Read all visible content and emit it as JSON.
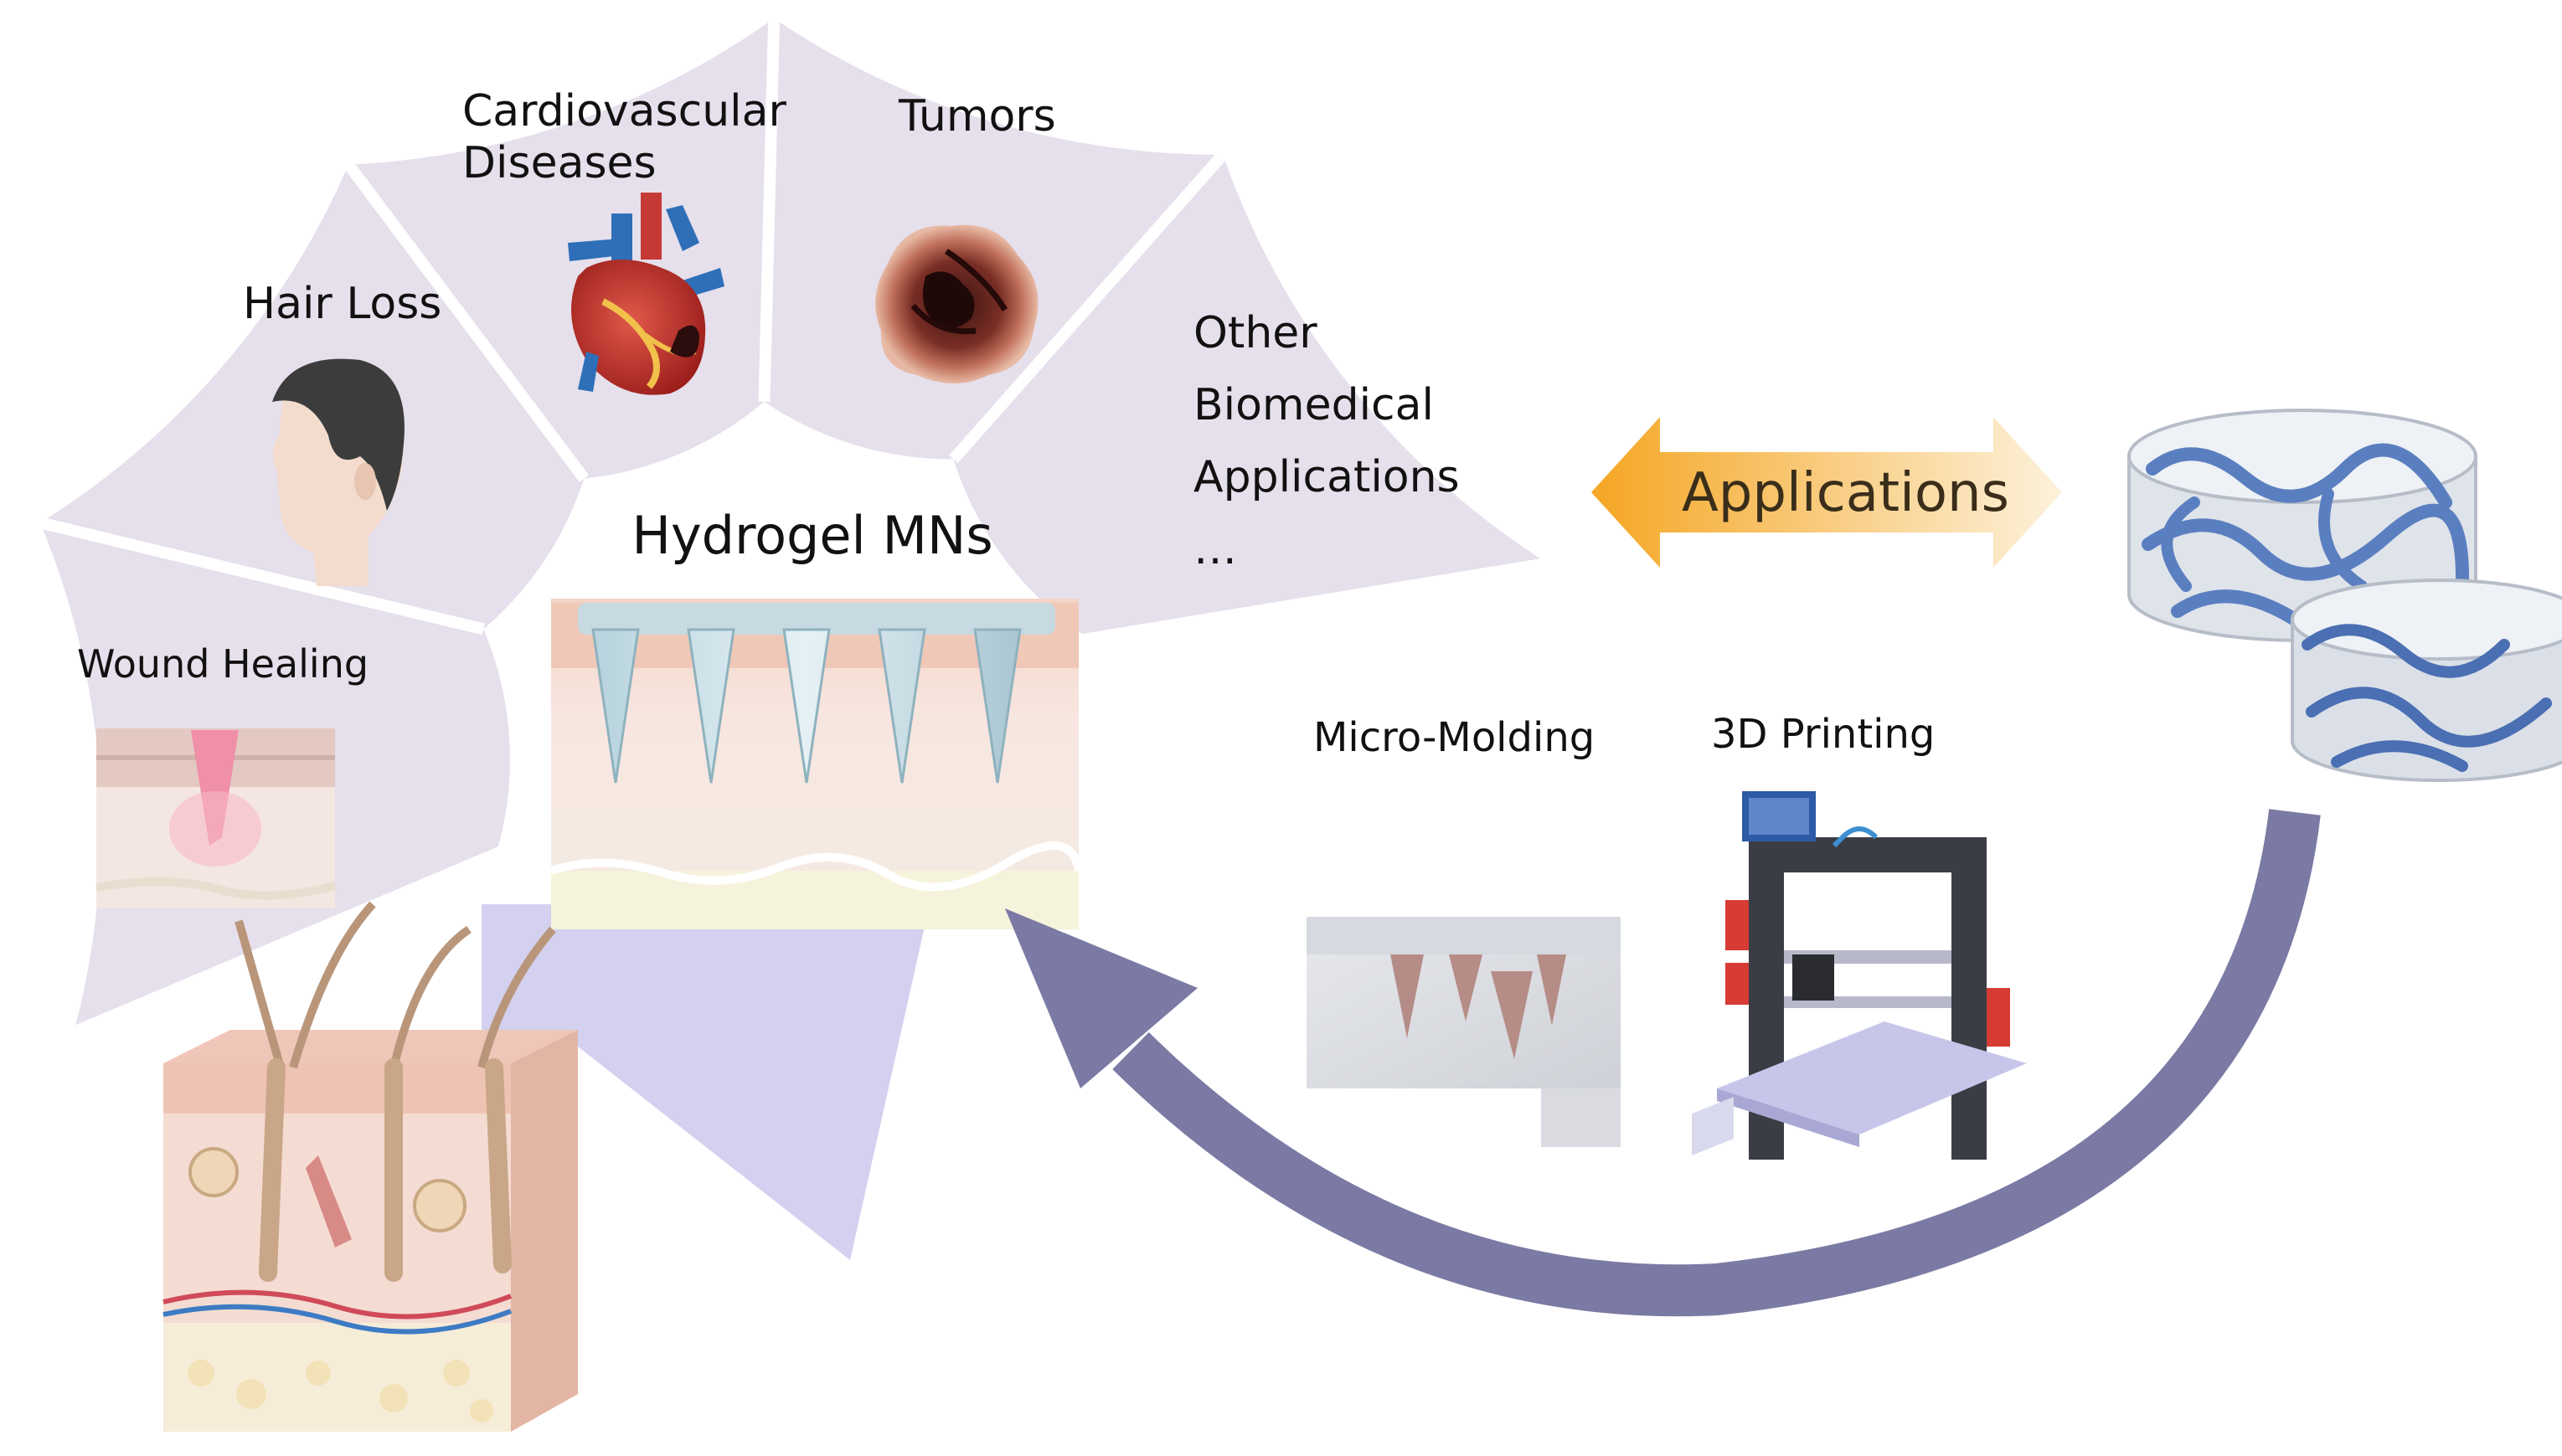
{
  "center": {
    "title": "Hydrogel MNs"
  },
  "segments": [
    {
      "label": "Wound Healing",
      "icon": "wound-icon"
    },
    {
      "label": "Hair Loss",
      "icon": "head-icon"
    },
    {
      "label_lines": [
        "Cardiovascular",
        "Diseases"
      ],
      "icon": "heart-icon"
    },
    {
      "label": "Tumors",
      "icon": "tumor-icon"
    },
    {
      "label_lines": [
        "Other",
        "Biomedical",
        "Applications",
        "…"
      ]
    }
  ],
  "arrow": {
    "label": "Applications",
    "gradient": [
      "#f5a623",
      "#fdf2dc"
    ]
  },
  "fabrication": [
    {
      "label": "Micro-Molding",
      "icon": "mold-icon"
    },
    {
      "label": "3D Printing",
      "icon": "printer-icon"
    }
  ],
  "colors": {
    "fan_fill": "#e6dfec",
    "cycle_arrow": "#7b7aa4",
    "wedge": "#d3d0f0",
    "skin": "#f1dcd2"
  }
}
